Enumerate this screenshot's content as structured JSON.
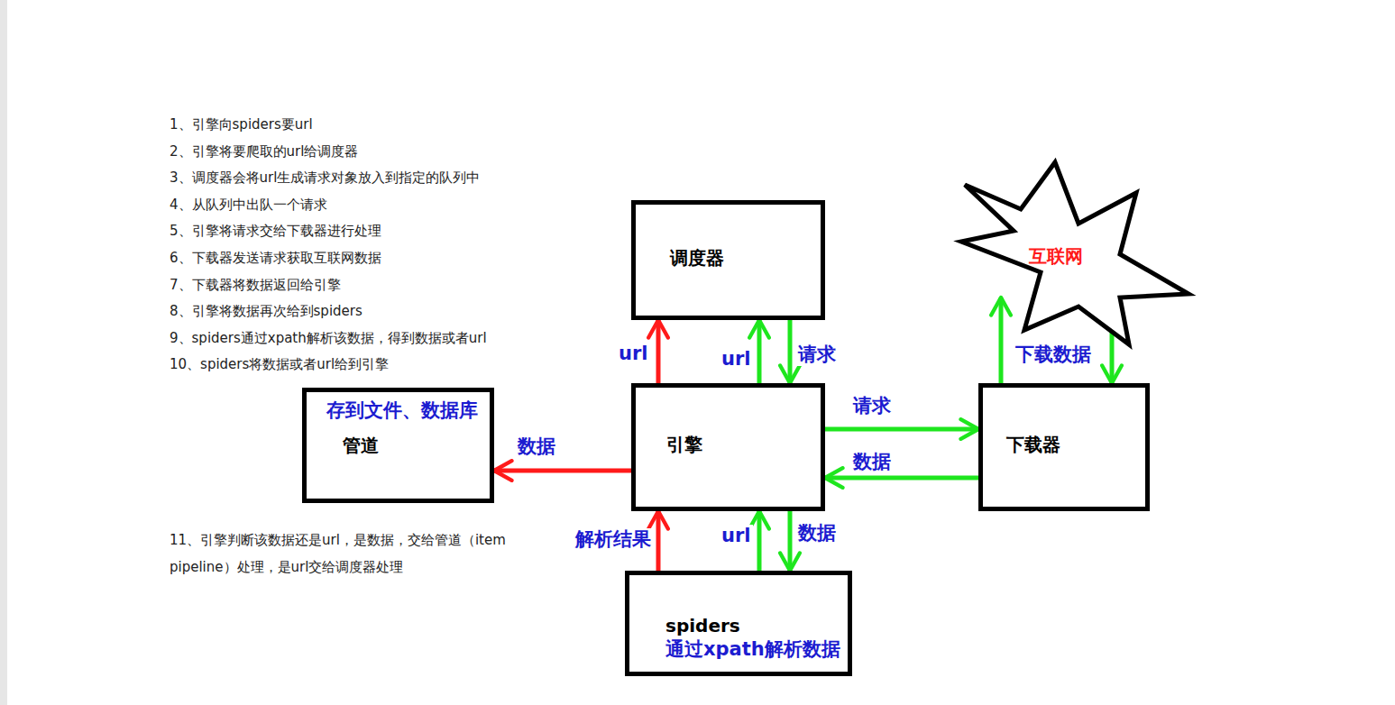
{
  "diagram": {
    "nodes": [
      {
        "text": [
          "调度器"
        ]
      },
      {
        "text": [
          "互联网"
        ]
      },
      {
        "text": [
          "存到文件、数据库",
          "管道"
        ]
      },
      {
        "text": [
          "引擎"
        ]
      },
      {
        "text": [
          "下载器"
        ]
      },
      {
        "text": [
          "spiders",
          "通过xpath解析数据"
        ]
      }
    ],
    "edges": [
      {
        "from": 3,
        "to": 0,
        "arrow": "to",
        "label": "url"
      },
      {
        "from": 3,
        "to": 0,
        "arrow": "to",
        "label": "url"
      },
      {
        "from": 0,
        "to": 3,
        "arrow": "to",
        "label": "请求"
      },
      {
        "from": 3,
        "to": 4,
        "arrow": "to",
        "label": "请求"
      },
      {
        "from": 4,
        "to": 3,
        "arrow": "to",
        "label": "数据"
      },
      {
        "from": 4,
        "to": 1,
        "arrow": "to",
        "label": "下载数据"
      },
      {
        "from": 1,
        "to": 4,
        "arrow": "to"
      },
      {
        "from": 3,
        "to": 2,
        "arrow": "to",
        "label": "数据"
      },
      {
        "from": 5,
        "to": 3,
        "arrow": "to",
        "label": "解析结果"
      },
      {
        "from": 5,
        "to": 3,
        "arrow": "to",
        "label": "url"
      },
      {
        "from": 3,
        "to": 5,
        "arrow": "to",
        "label": "数据"
      }
    ],
    "labels": [
      "1、引擎向spiders要url",
      "2、引擎将要爬取的url给调度器",
      "3、调度器会将url生成请求对象放入到指定的队列中",
      "4、从队列中出队一个请求",
      "5、引擎将请求交给下载器进行处理",
      "6、下载器发送请求获取互联网数据",
      "7、下载器将数据返回给引擎",
      "8、引擎将数据再次给到spiders",
      "9、spiders通过xpath解析该数据，得到数据或者url",
      "10、spiders将数据或者url给到引擎",
      "11、引擎判断该数据还是url，是数据，交给管道（item pipeline）处理，是url交给调度器处理"
    ]
  }
}
